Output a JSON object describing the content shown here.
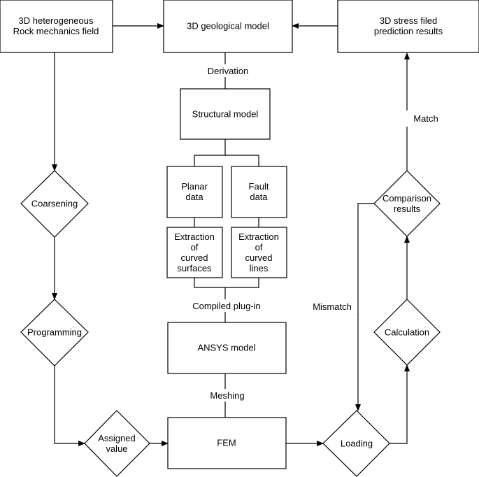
{
  "nodes": {
    "rock_field": [
      "3D heterogeneous",
      "Rock mechanics field"
    ],
    "geo_model": [
      "3D geological model"
    ],
    "stress_results": [
      "3D stress filed",
      "prediction results"
    ],
    "structural_model": [
      "Structural model"
    ],
    "planar_data": [
      "Planar",
      "data"
    ],
    "fault_data": [
      "Fault",
      "data"
    ],
    "extraction_surfaces": [
      "Extraction",
      "of",
      "curved",
      "surfaces"
    ],
    "extraction_lines": [
      "Extraction",
      "of",
      "curved",
      "lines"
    ],
    "ansys_model": [
      "ANSYS model"
    ],
    "fem": [
      "FEM"
    ],
    "coarsening": [
      "Coarsening"
    ],
    "programming": [
      "Programming"
    ],
    "assigned_value": [
      "Assigned",
      "value"
    ],
    "loading": [
      "Loading"
    ],
    "calculation": [
      "Calculation"
    ],
    "comparison": [
      "Comparison",
      "results"
    ]
  },
  "edge_labels": {
    "derivation": "Derivation",
    "compiled_plugin": "Compiled plug-in",
    "meshing": "Meshing",
    "match": "Match",
    "mismatch": "Mismatch"
  },
  "colors": {
    "stroke": "#000000",
    "fill": "#ffffff",
    "text": "#000000"
  }
}
